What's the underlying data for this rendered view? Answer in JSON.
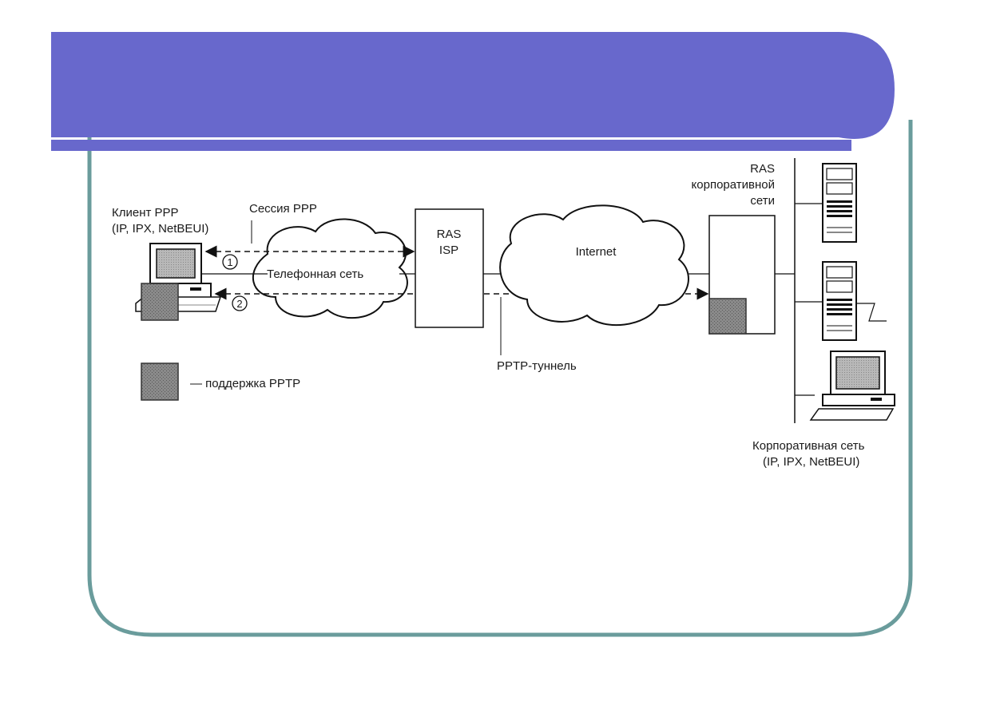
{
  "colors": {
    "header_band": "#6868cc",
    "frame": "#6a9c9c",
    "pptp_support": "#8a8a8a"
  },
  "diagram": {
    "client": {
      "title": "Клиент PPP",
      "protocols": "(IP, IPX, NetBEUI)"
    },
    "session_label": "Сессия PPP",
    "marker_1": "1",
    "marker_2": "2",
    "phone_network": "Телефонная сеть",
    "ras_isp": {
      "line1": "RAS",
      "line2": "ISP"
    },
    "internet": "Internet",
    "ras_corp": {
      "line1": "RAS",
      "line2": "корпоративной",
      "line3": "сети"
    },
    "tunnel_label": "PPTP-туннель",
    "legend_text": "— поддержка PPTP",
    "corp_network": {
      "title": "Корпоративная сеть",
      "protocols": "(IP, IPX, NetBEUI)"
    }
  },
  "icons": {
    "client_pc": "desktop-computer-icon",
    "server": "server-tower-icon",
    "corp_pc": "desktop-computer-icon",
    "cloud": "cloud-icon"
  }
}
